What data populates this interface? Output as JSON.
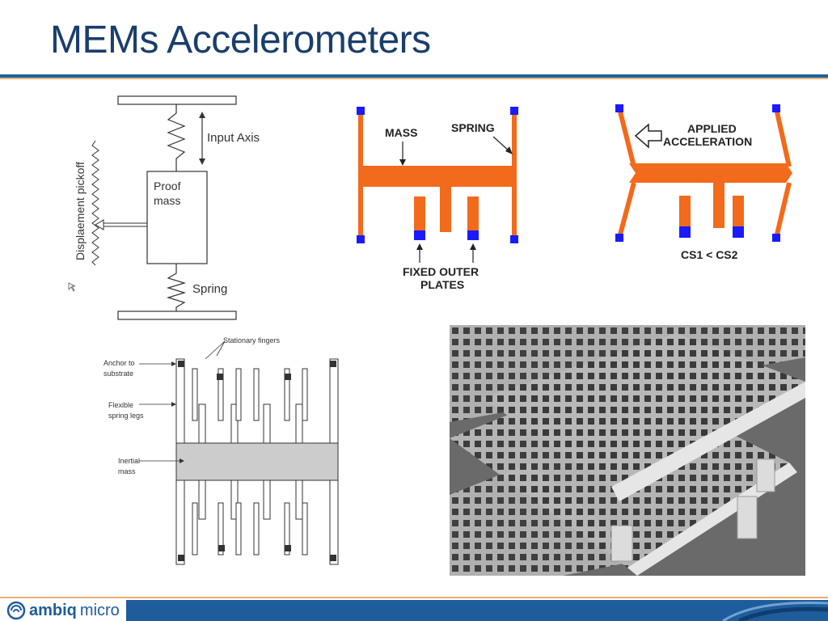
{
  "slide": {
    "title": "MEMs Accelerometers"
  },
  "diagram_spring_mass": {
    "input_axis": "Input Axis",
    "proof_mass_line1": "Proof",
    "proof_mass_line2": "mass",
    "displacement_pickoff": "Displaement pickoff",
    "spring": "Spring"
  },
  "diagram_mass_spring_orange": {
    "mass": "MASS",
    "spring": "SPRING",
    "fixed_outer_plates_line1": "FIXED OUTER",
    "fixed_outer_plates_line2": "PLATES"
  },
  "diagram_applied_acceleration": {
    "applied_line1": "APPLIED",
    "applied_line2": "ACCELERATION",
    "cs_relation": "CS1 < CS2"
  },
  "diagram_comb": {
    "stationary_fingers": "Stationary fingers",
    "anchor_line1": "Anchor to",
    "anchor_line2": "substrate",
    "flexible_line1": "Flexible",
    "flexible_line2": "spring legs",
    "inertial_line1": "Inertial",
    "inertial_line2": "mass"
  },
  "footer": {
    "logo_bold": "ambiq",
    "logo_light": "micro"
  },
  "colors": {
    "title": "#1a3e6b",
    "orange": "#f26a1b",
    "blue_anchor": "#1a1aff",
    "footer_bar": "#1e5c9c"
  }
}
